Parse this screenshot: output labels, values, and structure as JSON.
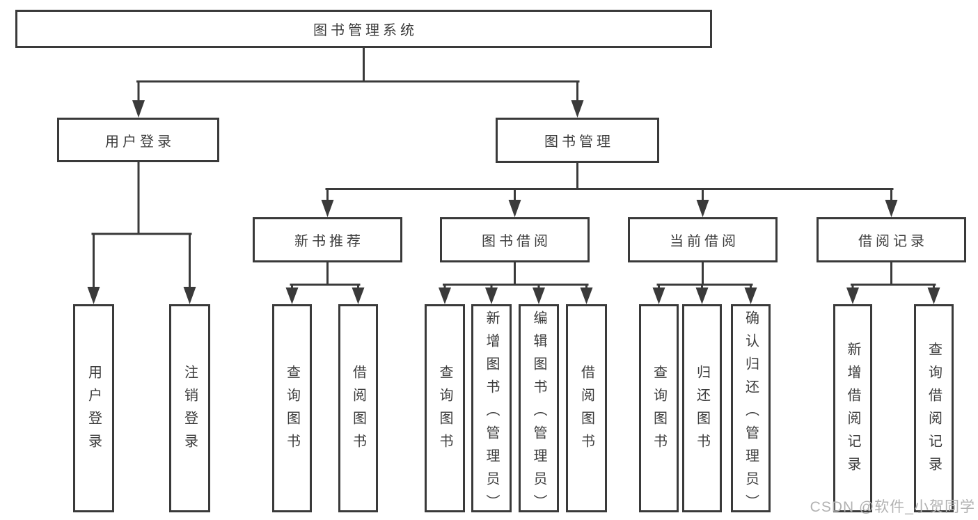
{
  "diagram": {
    "title": "图书管理系统",
    "nodes": {
      "root": "图书管理系统",
      "user_login": "用户登录",
      "book_mgmt": "图书管理",
      "recommend": "新书推荐",
      "borrow": "图书借阅",
      "current": "当前借阅",
      "records": "借阅记录",
      "user_leaves": [
        "用户登录",
        "注销登录"
      ],
      "recommend_leaves": [
        "查询图书",
        "借阅图书"
      ],
      "borrow_leaves": [
        "查询图书",
        "新增图书（管理员）",
        "编辑图书（管理员）",
        "借阅图书"
      ],
      "current_leaves": [
        "查询图书",
        "归还图书",
        "确认归还（管理员）"
      ],
      "records_leaves": [
        "新增借阅记录",
        "查询借阅记录"
      ]
    },
    "colors": {
      "line": "#3a3a3a",
      "text": "#3c3c3c",
      "box_fill": "#ffffff",
      "background": "#ffffff",
      "watermark": "#b2b2b2"
    }
  },
  "watermark": {
    "text": "CSDN @软件_小贺同学"
  }
}
